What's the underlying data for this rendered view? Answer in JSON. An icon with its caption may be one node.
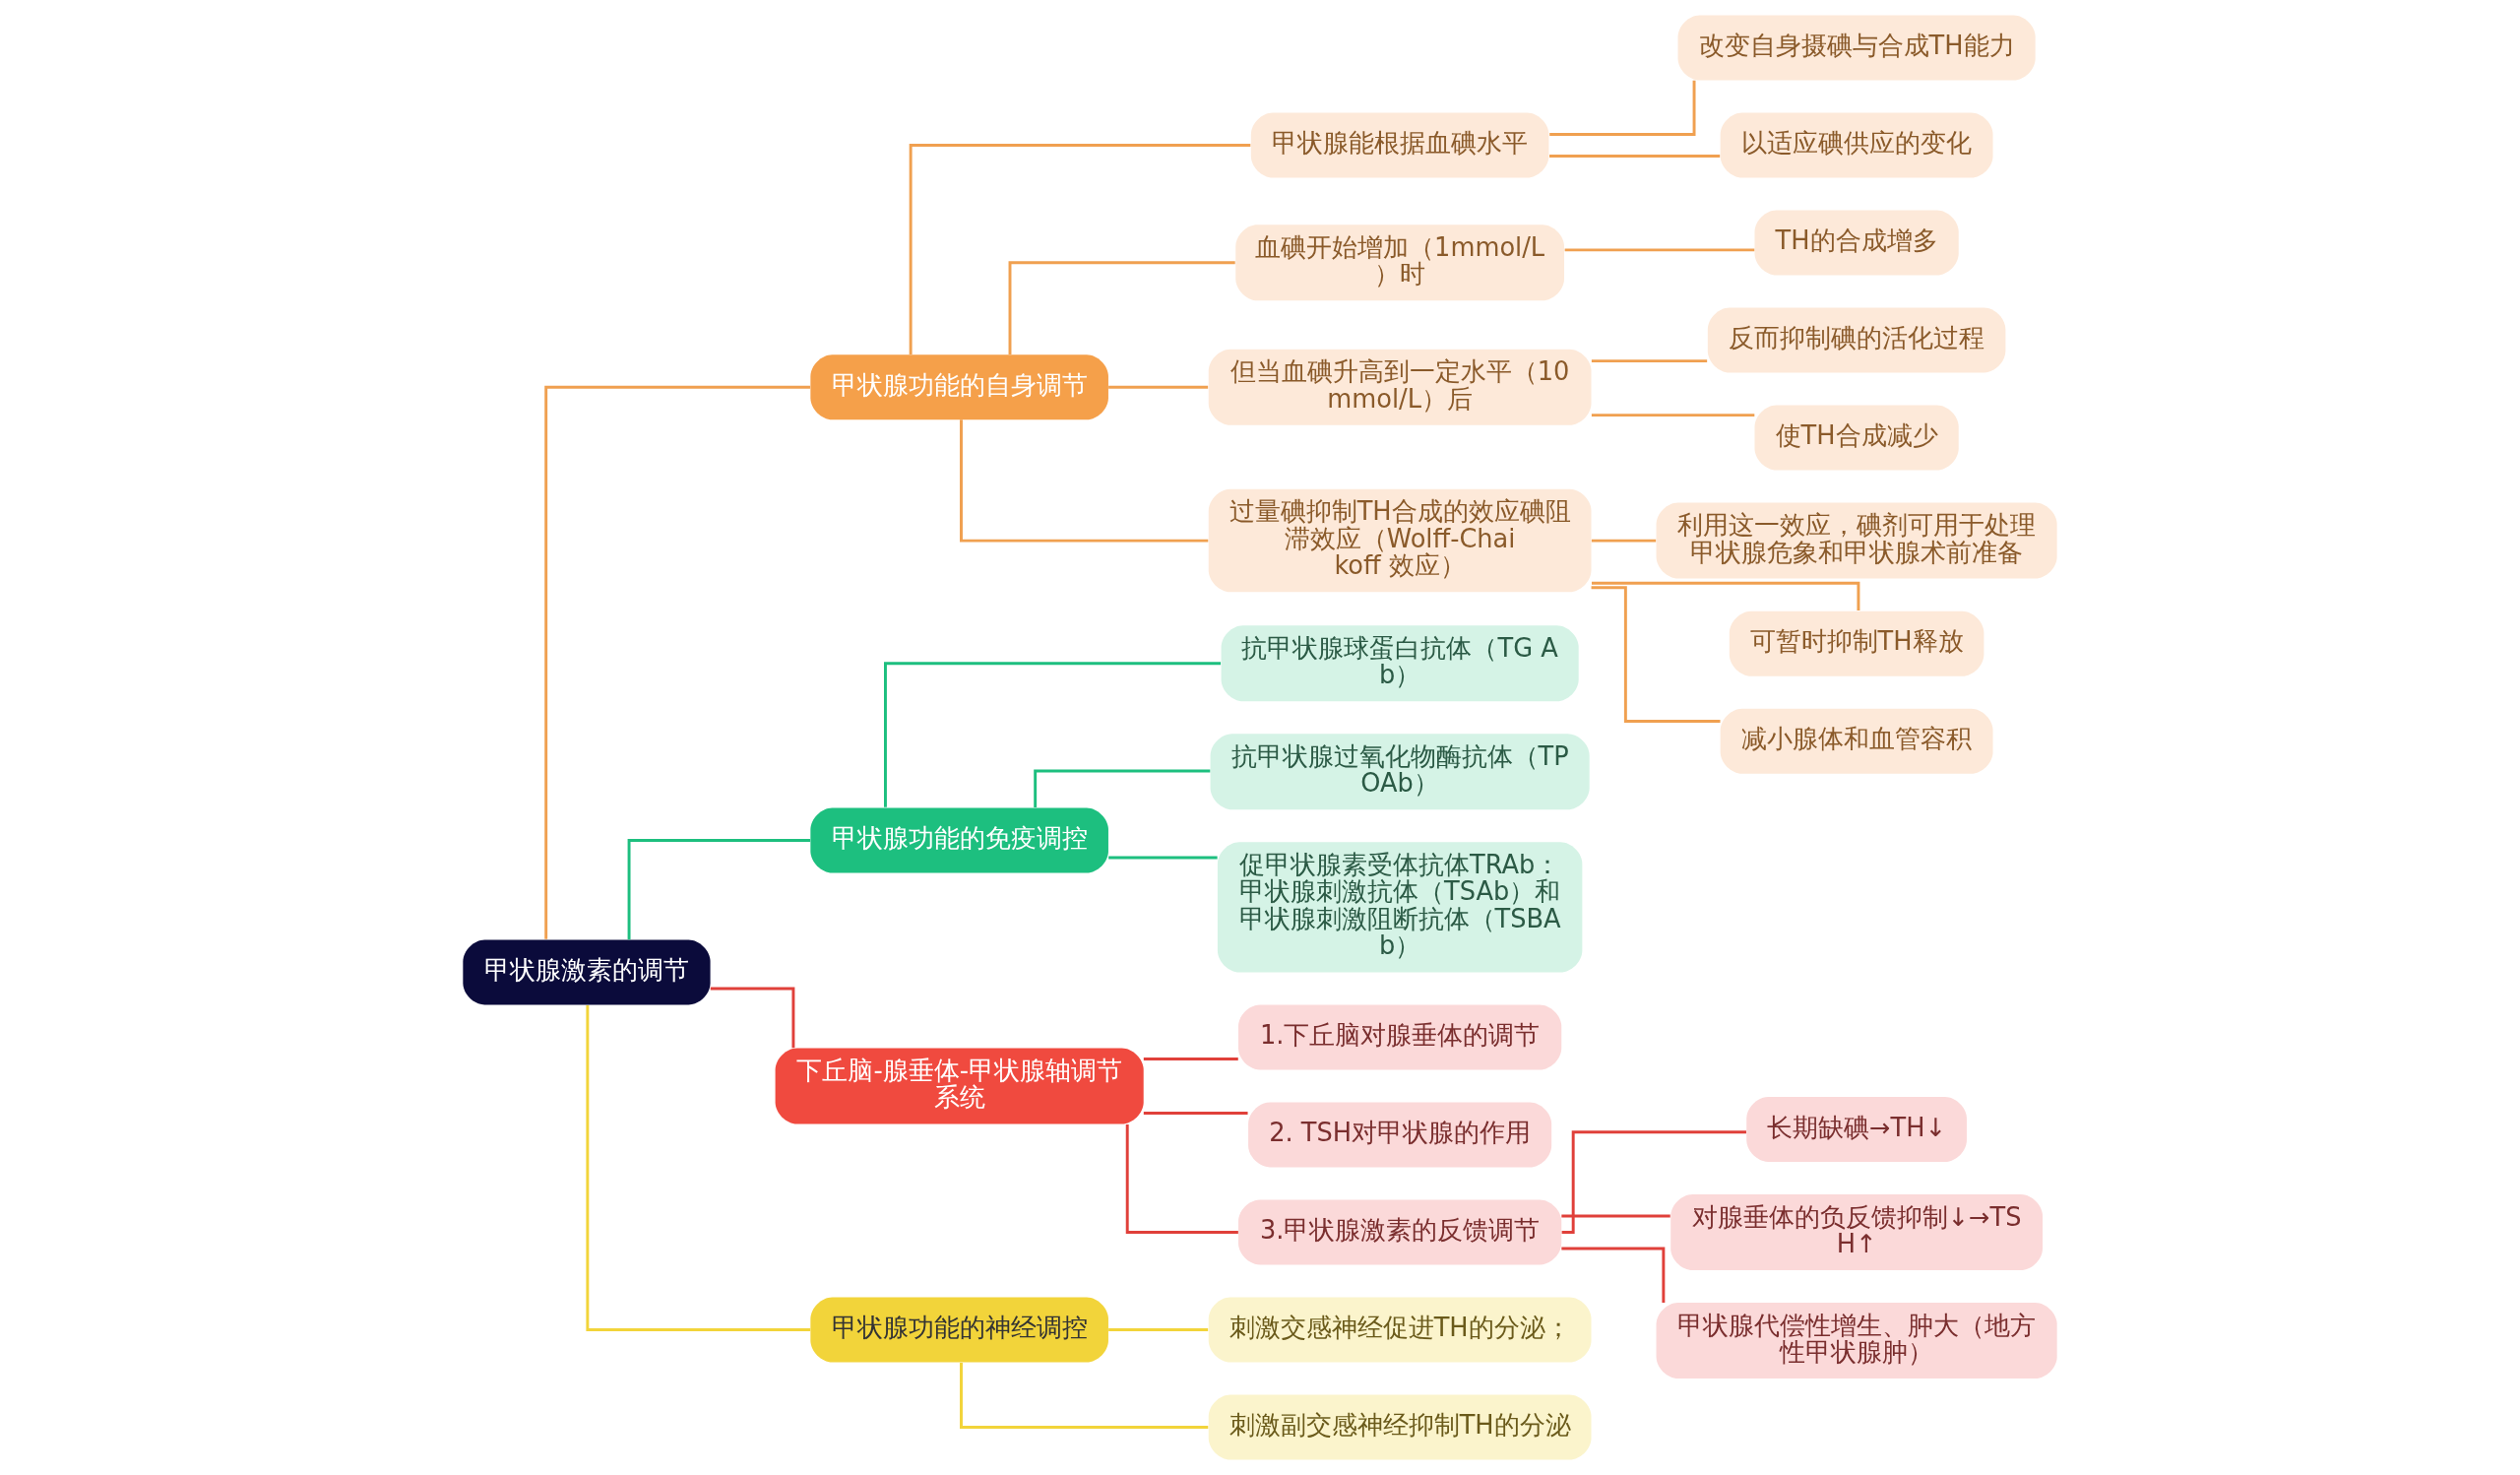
{
  "diagram": {
    "nodes": [
      {
        "text": [
          "甲状腺激素的调节"
        ]
      },
      {
        "text": [
          "甲状腺功能的自身调节"
        ]
      },
      {
        "text": [
          "甲状腺能根据血碘水平"
        ]
      },
      {
        "text": [
          "改变自身摄碘与合成TH能力"
        ]
      },
      {
        "text": [
          "以适应碘供应的变化"
        ]
      },
      {
        "text": [
          "血碘开始增加（1mmol/L）时"
        ]
      },
      {
        "text": [
          "TH的合成增多"
        ]
      },
      {
        "text": [
          "但当血碘升高到一定水平（10mmol/L）后"
        ]
      },
      {
        "text": [
          "反而抑制碘的活化过程"
        ]
      },
      {
        "text": [
          "使TH合成减少"
        ]
      },
      {
        "text": [
          "过量碘抑制TH合成的效应碘阻滞效应（Wolff-Chaikoff 效应）"
        ]
      },
      {
        "text": [
          "利用这一效应，碘剂可用于处理甲状腺危象和甲状腺术前准备"
        ]
      },
      {
        "text": [
          "可暂时抑制TH释放"
        ]
      },
      {
        "text": [
          "减小腺体和血管容积"
        ]
      },
      {
        "text": [
          "甲状腺功能的免疫调控"
        ]
      },
      {
        "text": [
          "抗甲状腺球蛋白抗体（TG Ab）"
        ]
      },
      {
        "text": [
          "抗甲状腺过氧化物酶抗体（TPOAb）"
        ]
      },
      {
        "text": [
          "促甲状腺素受体抗体TRAb：甲状腺刺激抗体（TSAb）和甲状腺刺激阻断抗体（TSBAb）"
        ]
      },
      {
        "text": [
          "下丘脑-腺垂体-甲状腺轴调节系统"
        ]
      },
      {
        "text": [
          "1.下丘脑对腺垂体的调节"
        ]
      },
      {
        "text": [
          "2. TSH对甲状腺的作用"
        ]
      },
      {
        "text": [
          "3.甲状腺激素的反馈调节"
        ]
      },
      {
        "text": [
          "长期缺碘→TH↓"
        ]
      },
      {
        "text": [
          "对腺垂体的负反馈抑制↓→TSH↑"
        ]
      },
      {
        "text": [
          "甲状腺代偿性增生、肿大（地方性甲状腺肿）"
        ]
      },
      {
        "text": [
          "甲状腺功能的神经调控"
        ]
      },
      {
        "text": [
          "刺激交感神经促进TH的分泌；"
        ]
      },
      {
        "text": [
          "刺激副交感神经抑制TH的分泌"
        ]
      }
    ],
    "edges": [
      {
        "from": 0,
        "to": 1,
        "arrow": "none",
        "color": "#f0a050"
      },
      {
        "from": 1,
        "to": 2,
        "arrow": "none",
        "color": "#f0a050"
      },
      {
        "from": 2,
        "to": 3,
        "arrow": "none",
        "color": "#f0a050"
      },
      {
        "from": 2,
        "to": 4,
        "arrow": "none",
        "color": "#f0a050"
      },
      {
        "from": 1,
        "to": 5,
        "arrow": "none",
        "color": "#f0a050"
      },
      {
        "from": 5,
        "to": 6,
        "arrow": "none",
        "color": "#f0a050"
      },
      {
        "from": 1,
        "to": 7,
        "arrow": "none",
        "color": "#f0a050"
      },
      {
        "from": 7,
        "to": 8,
        "arrow": "none",
        "color": "#f0a050"
      },
      {
        "from": 7,
        "to": 9,
        "arrow": "none",
        "color": "#f0a050"
      },
      {
        "from": 1,
        "to": 10,
        "arrow": "none",
        "color": "#f0a050"
      },
      {
        "from": 10,
        "to": 11,
        "arrow": "none",
        "color": "#f0a050"
      },
      {
        "from": 10,
        "to": 12,
        "arrow": "none",
        "color": "#f0a050"
      },
      {
        "from": 10,
        "to": 13,
        "arrow": "none",
        "color": "#f0a050"
      },
      {
        "from": 0,
        "to": 14,
        "arrow": "none",
        "color": "#1dbf7f"
      },
      {
        "from": 14,
        "to": 15,
        "arrow": "none",
        "color": "#1dbf7f"
      },
      {
        "from": 14,
        "to": 16,
        "arrow": "none",
        "color": "#1dbf7f"
      },
      {
        "from": 14,
        "to": 17,
        "arrow": "none",
        "color": "#1dbf7f"
      },
      {
        "from": 0,
        "to": 18,
        "arrow": "none",
        "color": "#e0403a"
      },
      {
        "from": 18,
        "to": 19,
        "arrow": "none",
        "color": "#e0403a"
      },
      {
        "from": 18,
        "to": 20,
        "arrow": "none",
        "color": "#e0403a"
      },
      {
        "from": 18,
        "to": 21,
        "arrow": "none",
        "color": "#e0403a"
      },
      {
        "from": 21,
        "to": 22,
        "arrow": "none",
        "color": "#e0403a"
      },
      {
        "from": 21,
        "to": 23,
        "arrow": "none",
        "color": "#e0403a"
      },
      {
        "from": 21,
        "to": 24,
        "arrow": "none",
        "color": "#e0403a"
      },
      {
        "from": 0,
        "to": 25,
        "arrow": "none",
        "color": "#f2d43a"
      },
      {
        "from": 25,
        "to": 26,
        "arrow": "none",
        "color": "#f2d43a"
      },
      {
        "from": 25,
        "to": 27,
        "arrow": "none",
        "color": "#f2d43a"
      }
    ]
  }
}
